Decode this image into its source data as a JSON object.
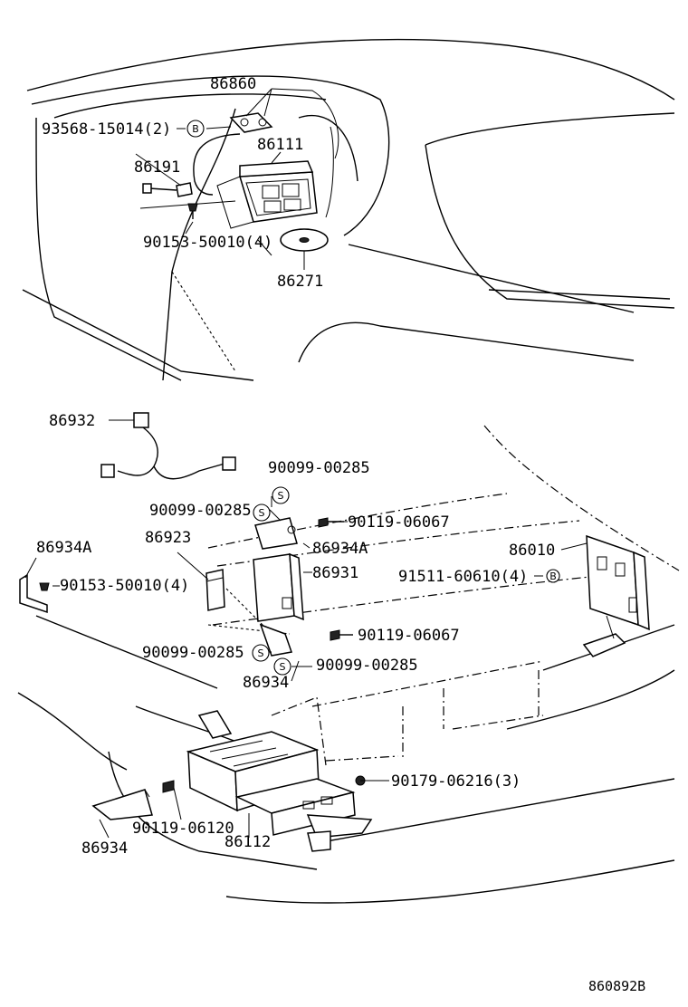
{
  "diagram": {
    "labels": {
      "p86860": "86860",
      "p93568": "93568-15014(2)",
      "p86111": "86111",
      "p86191": "86191",
      "p90153a": "90153-50010(4)",
      "p86271": "86271",
      "p86932": "86932",
      "p90099a": "90099-00285",
      "p90099b": "90099-00285",
      "p90119a": "90119-06067",
      "p86934A_r": "86934A",
      "p86934A_l": "86934A",
      "p86923": "86923",
      "p86931": "86931",
      "p90153b": "90153-50010(4)",
      "p86010": "86010",
      "p91511": "91511-60610(4)",
      "p90119b": "90119-06067",
      "p90099c": "90099-00285",
      "p90099d": "90099-00285",
      "p86934": "86934",
      "p90179": "90179-06216(3)",
      "p90119c": "90119-06120",
      "p86112": "86112",
      "p86934b": "86934",
      "code": "860892B"
    },
    "symbols": {
      "b": "B",
      "s": "S"
    }
  }
}
